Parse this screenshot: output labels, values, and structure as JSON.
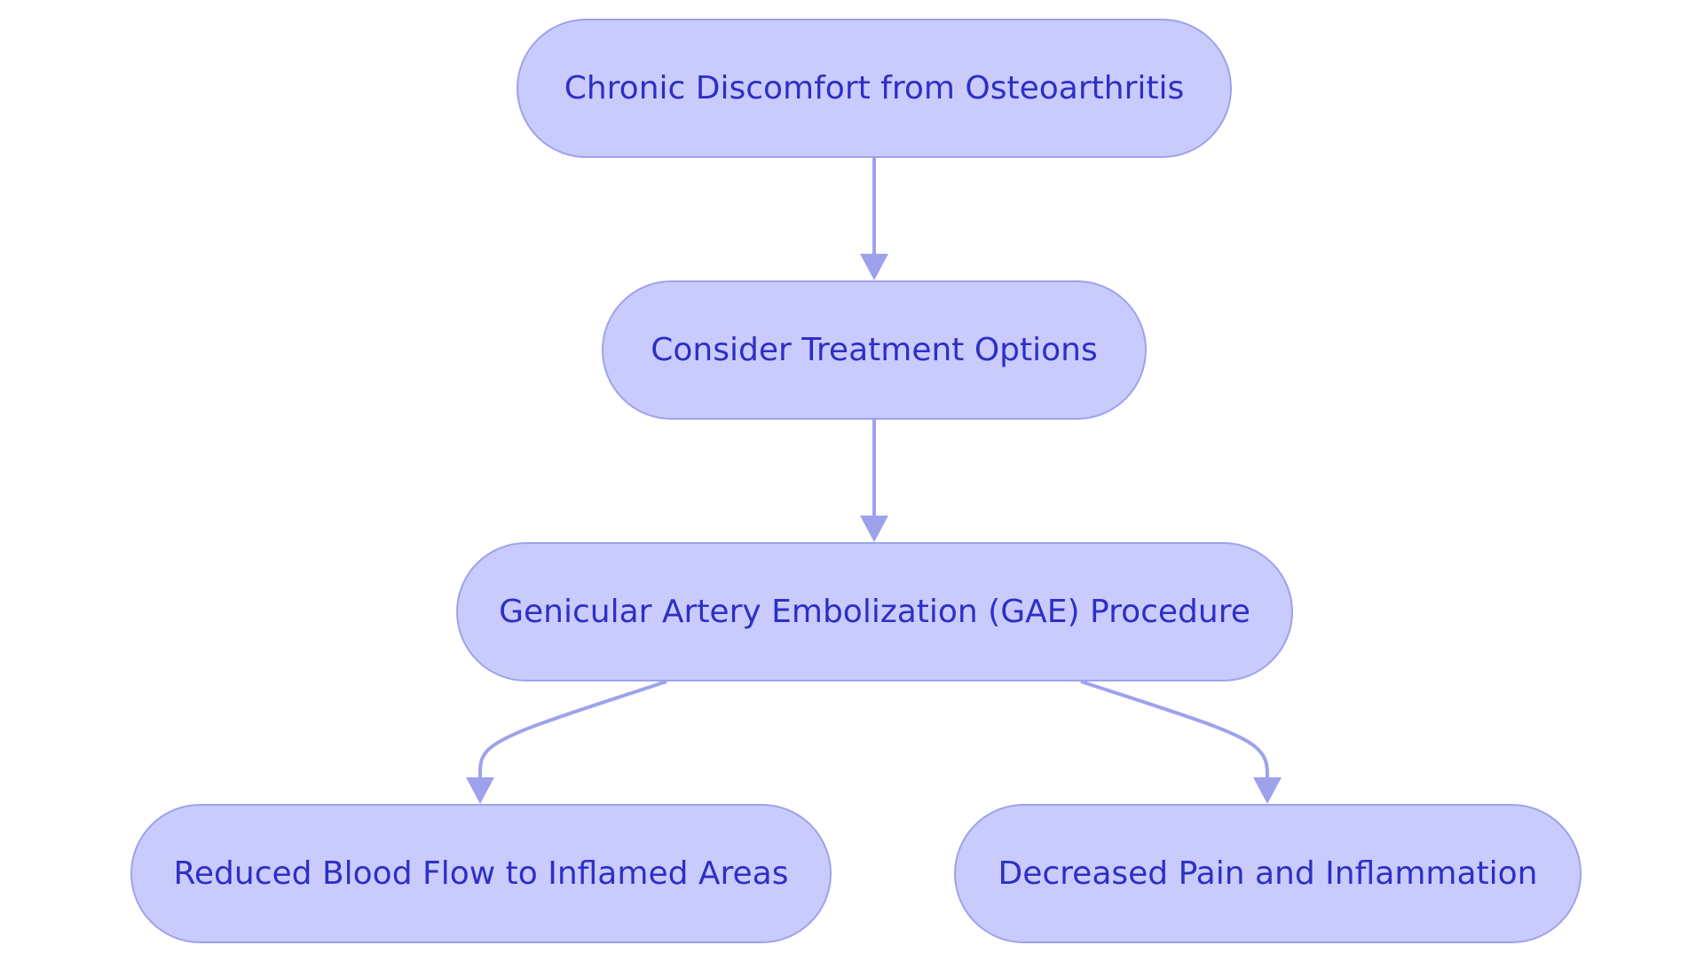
{
  "diagram": {
    "colors": {
      "node_fill": "#c9cbfc",
      "node_border": "#9ea2ec",
      "text": "#2e2fc6",
      "edge": "#9ea2ec"
    },
    "nodes": [
      {
        "id": "n1",
        "label": "Chronic Discomfort from Osteoarthritis"
      },
      {
        "id": "n2",
        "label": "Consider Treatment Options"
      },
      {
        "id": "n3",
        "label": "Genicular Artery Embolization (GAE) Procedure"
      },
      {
        "id": "n4",
        "label": "Reduced Blood Flow to Inflamed Areas"
      },
      {
        "id": "n5",
        "label": "Decreased Pain and Inflammation"
      }
    ],
    "edges": [
      {
        "from": "n1",
        "to": "n2"
      },
      {
        "from": "n2",
        "to": "n3"
      },
      {
        "from": "n3",
        "to": "n4"
      },
      {
        "from": "n3",
        "to": "n5"
      }
    ]
  }
}
